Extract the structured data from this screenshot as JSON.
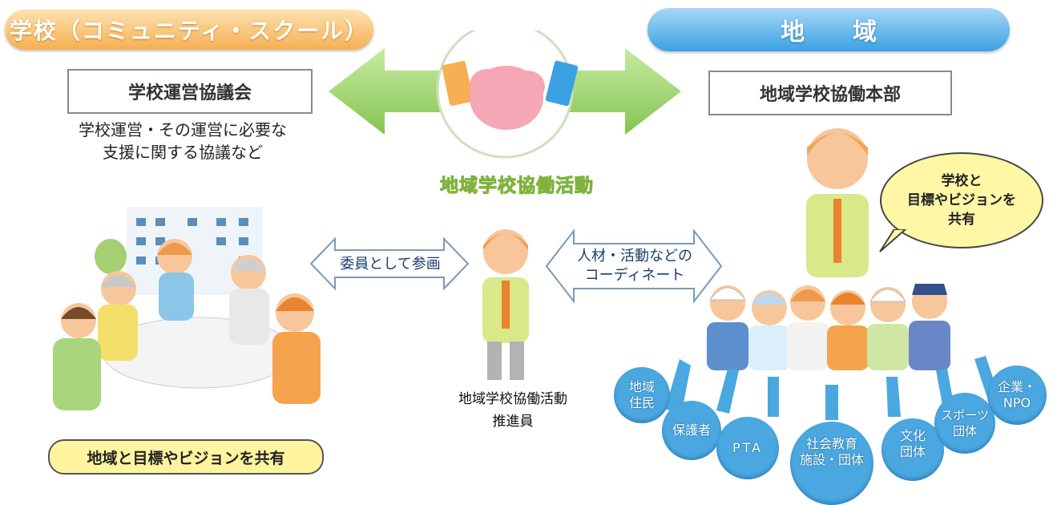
{
  "school_header": "学校（コミュニティ・スクール）",
  "region_header": "地域",
  "school_council": "学校運営協議会",
  "school_council_desc": [
    "学校運営・その運営に必要な",
    "支援に関する協議など"
  ],
  "region_hq": "地域学校協働本部",
  "center_activity": "地域学校協働活動",
  "left_arrow_label": "委員として参画",
  "right_arrow_label": [
    "人材・活動などの",
    "コーディネート"
  ],
  "coordinator_label": [
    "地域学校協働活動",
    "推進員"
  ],
  "left_bubble": "地域と目標やビジョンを共有",
  "speech_bubble": [
    "学校と",
    "目標やビジョンを",
    "共有"
  ],
  "stakeholders": [
    [
      "地域",
      "住民"
    ],
    [
      "保護者"
    ],
    [
      "PTA"
    ],
    [
      "社会教育",
      "施設・団体"
    ],
    [
      "文化",
      "団体"
    ],
    [
      "スポーツ",
      "団体"
    ],
    [
      "企業・",
      "NPO"
    ]
  ],
  "colors": {
    "orange": "#f6b052",
    "blue": "#3aa1e3",
    "green": "#8fce5a",
    "circle": "#4aa7df",
    "yellow": "#fff4a0"
  }
}
